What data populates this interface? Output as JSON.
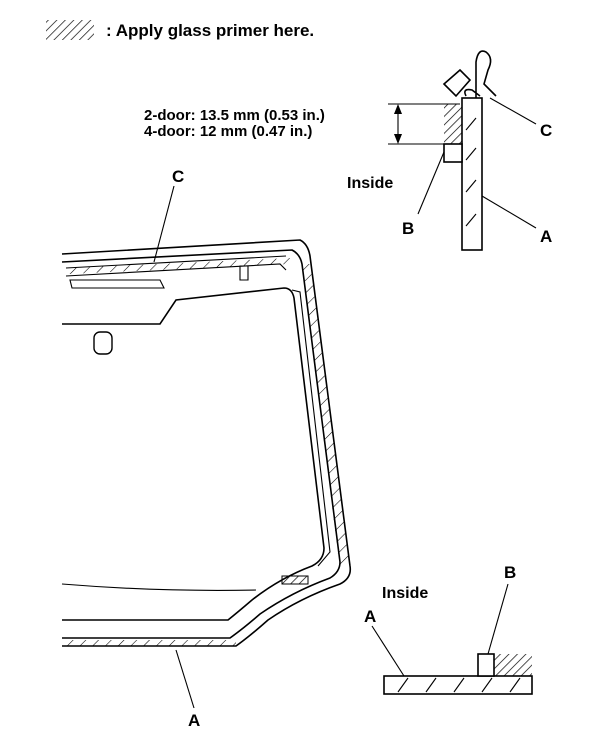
{
  "legend": {
    "text": ": Apply glass primer here."
  },
  "dimensions": {
    "two_door": "2-door: 13.5 mm (0.53 in.)",
    "four_door": "4-door: 12 mm (0.47 in.)"
  },
  "labels": {
    "A": "A",
    "B": "B",
    "C": "C",
    "inside": "Inside"
  }
}
